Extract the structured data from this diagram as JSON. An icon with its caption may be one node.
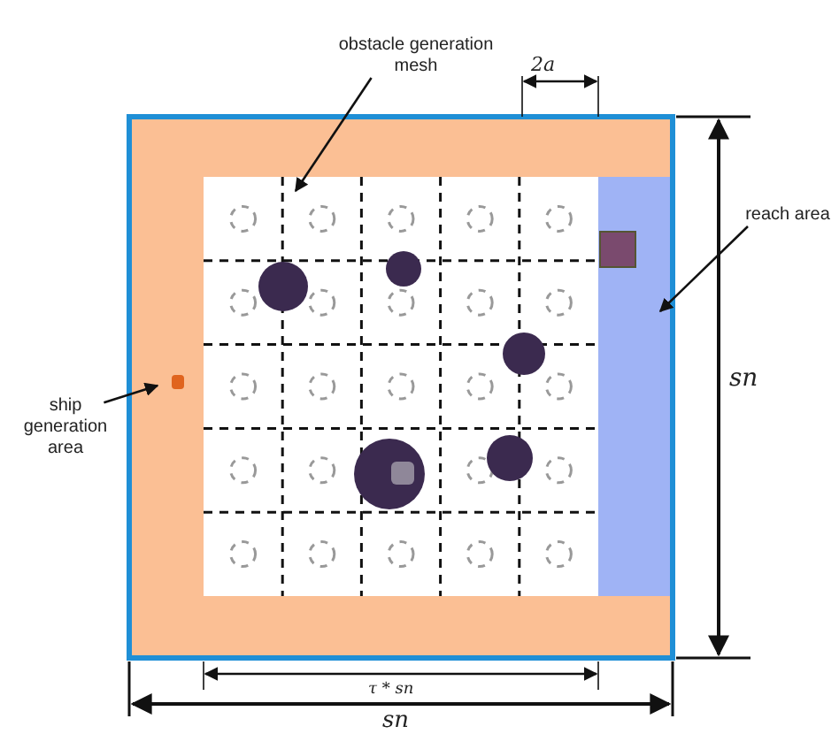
{
  "diagram": {
    "nodes": [
      {
        "text": [
          "obstacle generation mesh"
        ]
      },
      {
        "text": [
          "reach area"
        ]
      },
      {
        "text": [
          "ship generation area"
        ]
      },
      {
        "text": [],
        "shape": "box"
      },
      {
        "text": [],
        "shape": "box"
      },
      {
        "text": [],
        "shape": "box"
      }
    ],
    "edges": [
      {
        "from": 0,
        "to": 4,
        "arrow": "to"
      },
      {
        "from": 1,
        "to": 5,
        "arrow": "to"
      },
      {
        "from": 2,
        "to": 3,
        "arrow": "to"
      }
    ],
    "labels": [
      "2a",
      "sn",
      "τ * sn",
      "sn"
    ]
  }
}
